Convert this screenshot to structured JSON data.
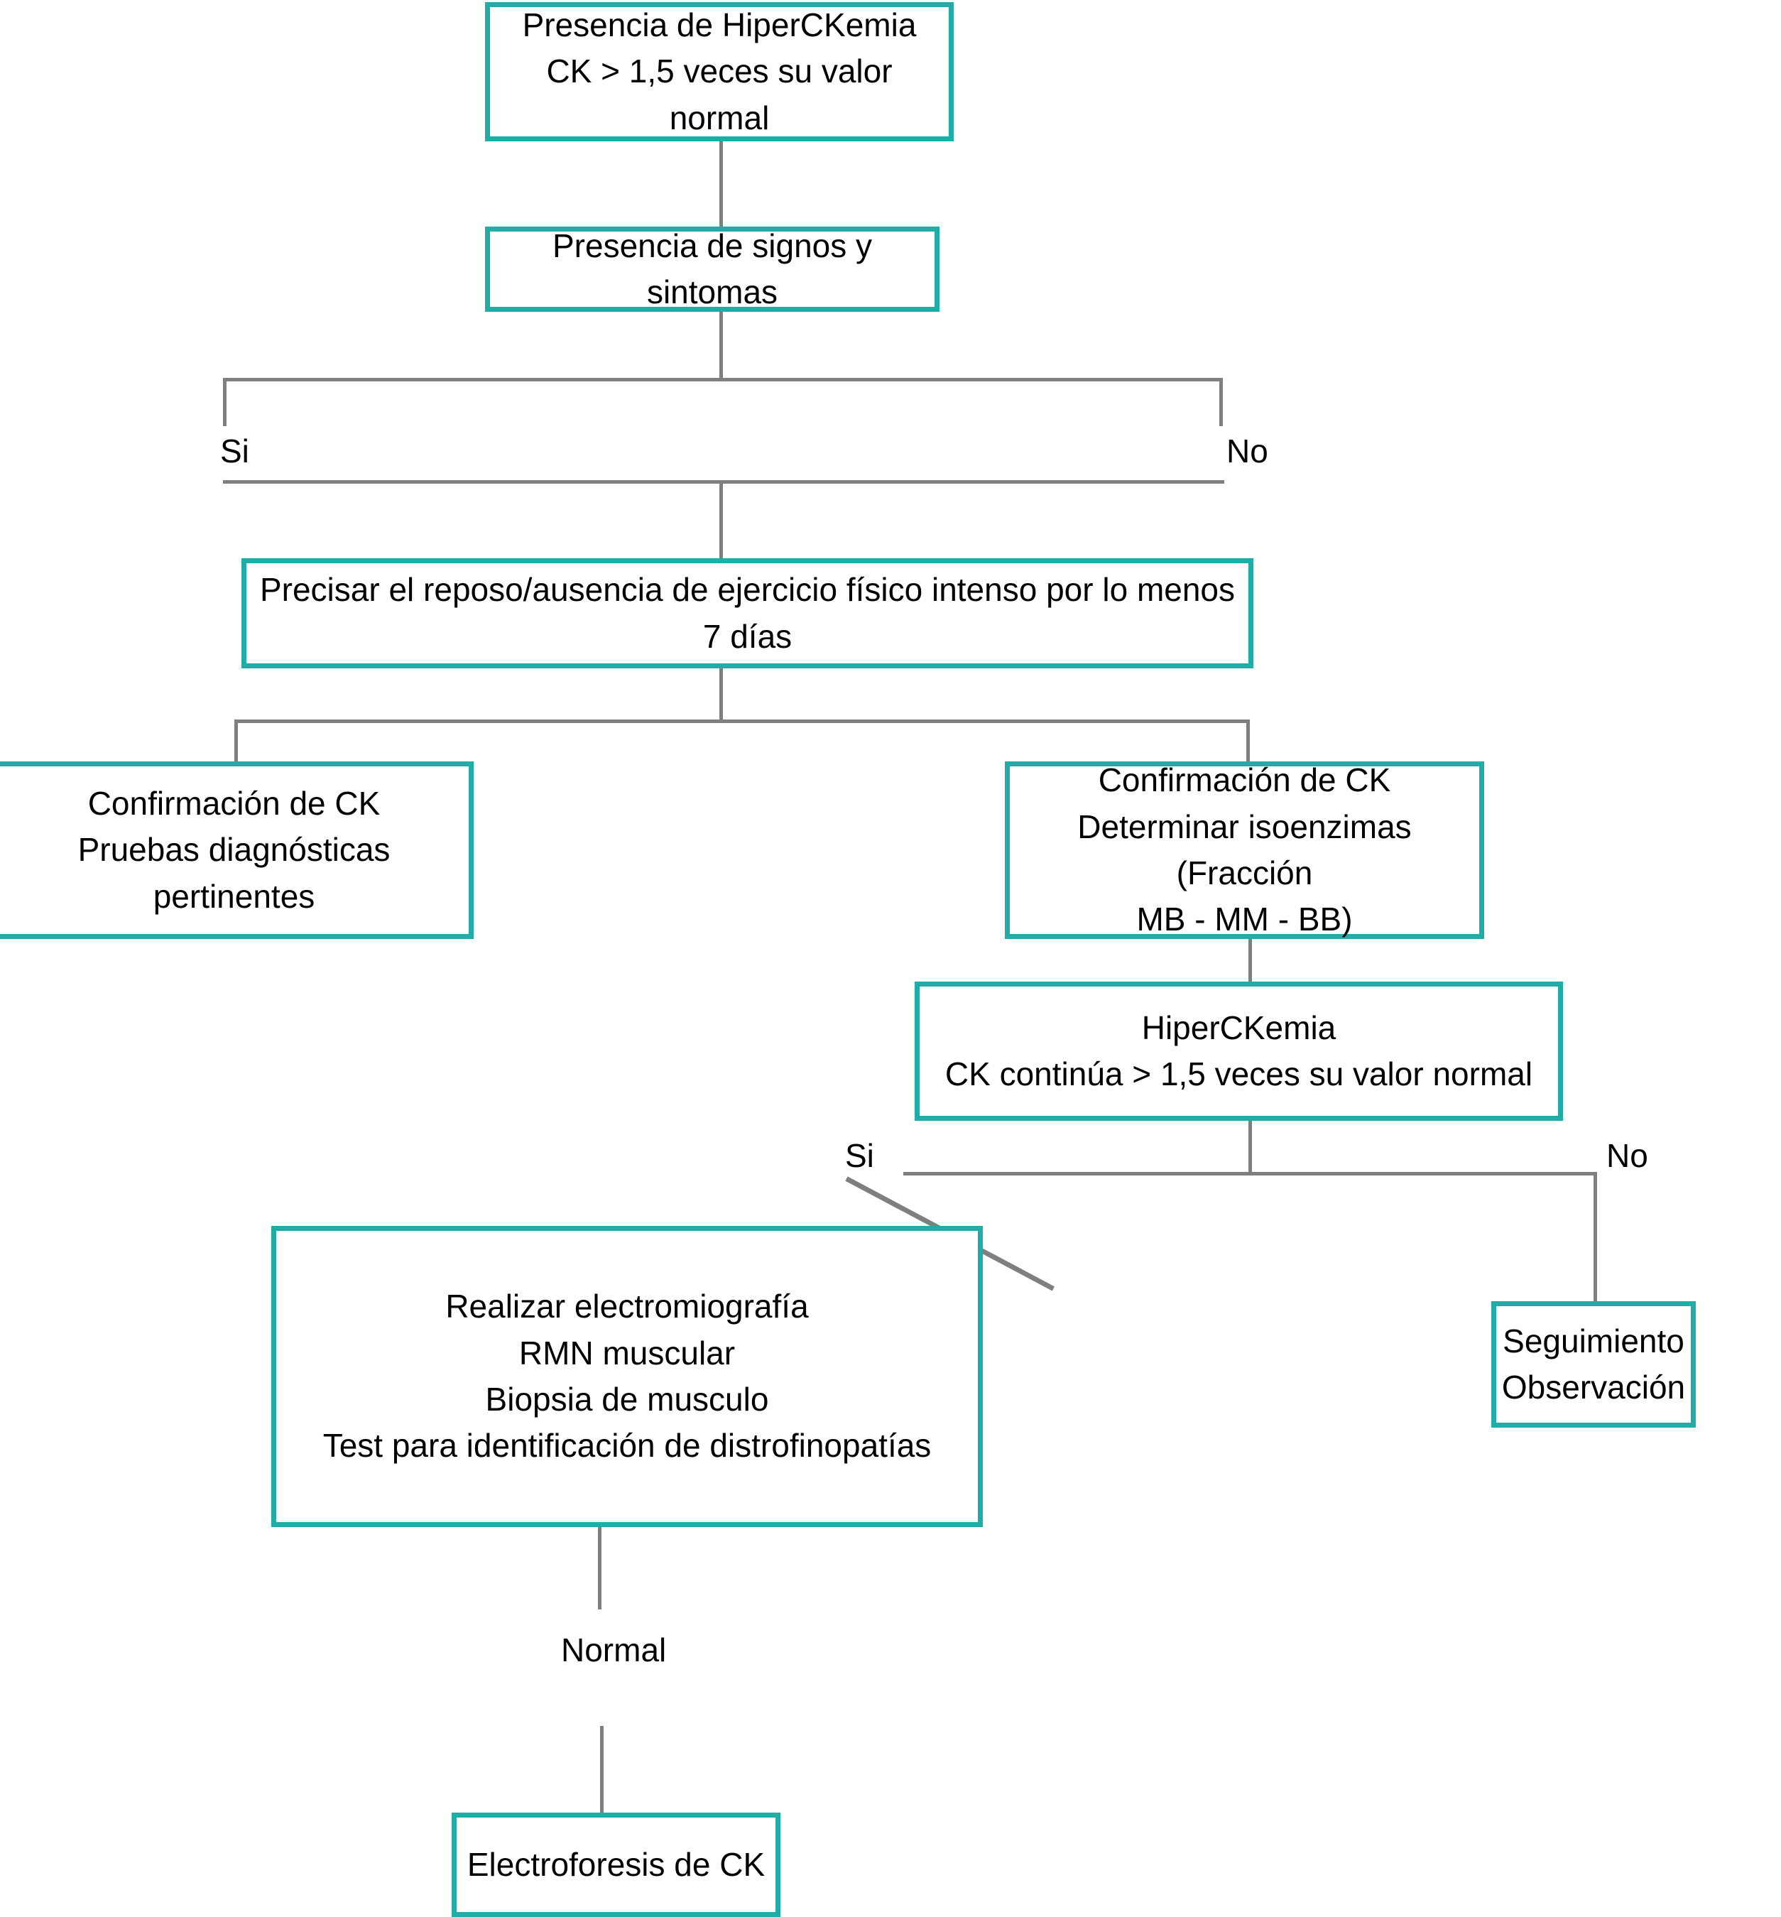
{
  "diagram": {
    "title": "Algoritmo diagnostico de HiperCKemia",
    "accent_color": "#20ADA7",
    "connector_color": "#7F7F7F",
    "text_color": "#000000",
    "background_color": "#FFFFFF"
  },
  "nodes": {
    "presencia_hiperckemia": "Presencia de HiperCKemia\nCK > 1,5 veces su valor normal",
    "presencia_signos": "Presencia de signos y sintomas",
    "precisar_reposo": "Precisar el reposo/ausencia de ejercicio físico intenso por lo menos 7 días",
    "confirmacion_ck_pruebas": "Confirmación de CK\nPruebas diagnósticas pertinentes",
    "confirmacion_ck_isoenzimas": "Confirmación de CK\nDeterminar isoenzimas (Fracción\nMB - MM - BB)",
    "hiperckemia_continua": "HiperCKemia\nCK continúa > 1,5 veces su valor normal",
    "realizar_estudios": "Realizar electromiografía\nRMN muscular\nBiopsia de musculo\nTest  para identificación de distrofinopatías",
    "seguimiento": "Seguimiento\nObservación",
    "electroforesis": "Electroforesis de CK"
  },
  "labels": {
    "branch1_si": "Si",
    "branch1_no": "No",
    "branch2_si": "Si",
    "branch2_no": "No",
    "normal": "Normal"
  }
}
